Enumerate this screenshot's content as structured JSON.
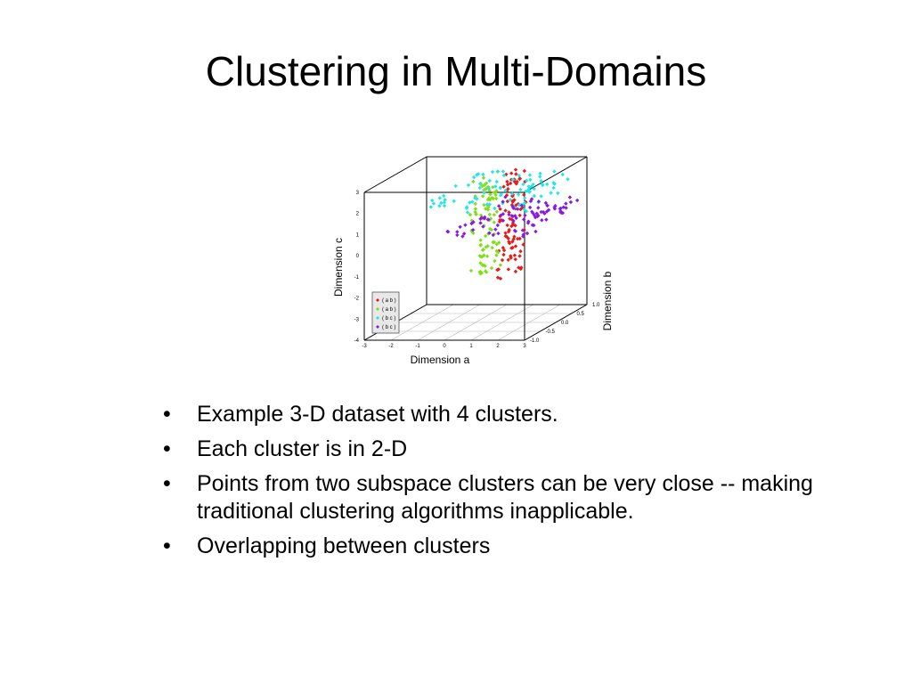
{
  "slide": {
    "title": "Clustering in Multi-Domains",
    "bullets": [
      {
        "bullet": "•",
        "text": "Example 3-D dataset with 4 clusters."
      },
      {
        "bullet": "•",
        "text": "Each cluster is in 2-D"
      },
      {
        "bullet": "•",
        "text": "Points from two subspace clusters can be very close -- making traditional clustering algorithms inapplicable."
      },
      {
        "bullet": "•",
        "text": "Overlapping between clusters"
      }
    ]
  },
  "chart_data": {
    "type": "scatter",
    "title": "",
    "xlabel": "Dimension a",
    "ylabel": "Dimension b",
    "zlabel": "Dimension c",
    "xlim": [
      -3,
      3
    ],
    "ylim": [
      -1.0,
      1.0
    ],
    "zlim": [
      -4,
      3
    ],
    "x_ticks": [
      "-3",
      "-2",
      "-1",
      "0",
      "1",
      "2",
      "3"
    ],
    "y_ticks": [
      "-1.0",
      "-0.5",
      "0.0",
      "0.5",
      "1.0"
    ],
    "z_ticks": [
      "-4",
      "-3",
      "-2",
      "-1",
      "0",
      "1",
      "2",
      "3"
    ],
    "grid": true,
    "legend_position": "bottom-left",
    "legend": [
      {
        "label": "( a b )",
        "color": "#e51b1b"
      },
      {
        "label": "( a b )",
        "color": "#7fe01a"
      },
      {
        "label": "( b c )",
        "color": "#25e6e6"
      },
      {
        "label": "( b c )",
        "color": "#8a1ae0"
      }
    ],
    "series": [
      {
        "color": "#e51b1b",
        "shape": "diamond",
        "cluster": {
          "a": 1,
          "b": 0.3,
          "c_range": [
            -2,
            2.8
          ],
          "a_spread": 0.35,
          "b_spread": 0.25
        }
      },
      {
        "color": "#7fe01a",
        "shape": "diamond",
        "cluster": {
          "a": 0,
          "b": 0.3,
          "c_range": [
            -2,
            2.8
          ],
          "a_spread": 0.35,
          "b_spread": 0.25
        }
      },
      {
        "color": "#25e6e6",
        "shape": "diamond",
        "cluster": {
          "a_range": [
            -1,
            3
          ],
          "b_range": [
            -1,
            1
          ],
          "c": 2.2,
          "c_spread": 0.2
        }
      },
      {
        "color": "#8a1ae0",
        "shape": "diamond",
        "cluster": {
          "a_range": [
            0,
            3
          ],
          "b_range": [
            -1,
            1
          ],
          "c": 1.0,
          "c_spread": 0.2
        }
      }
    ]
  }
}
